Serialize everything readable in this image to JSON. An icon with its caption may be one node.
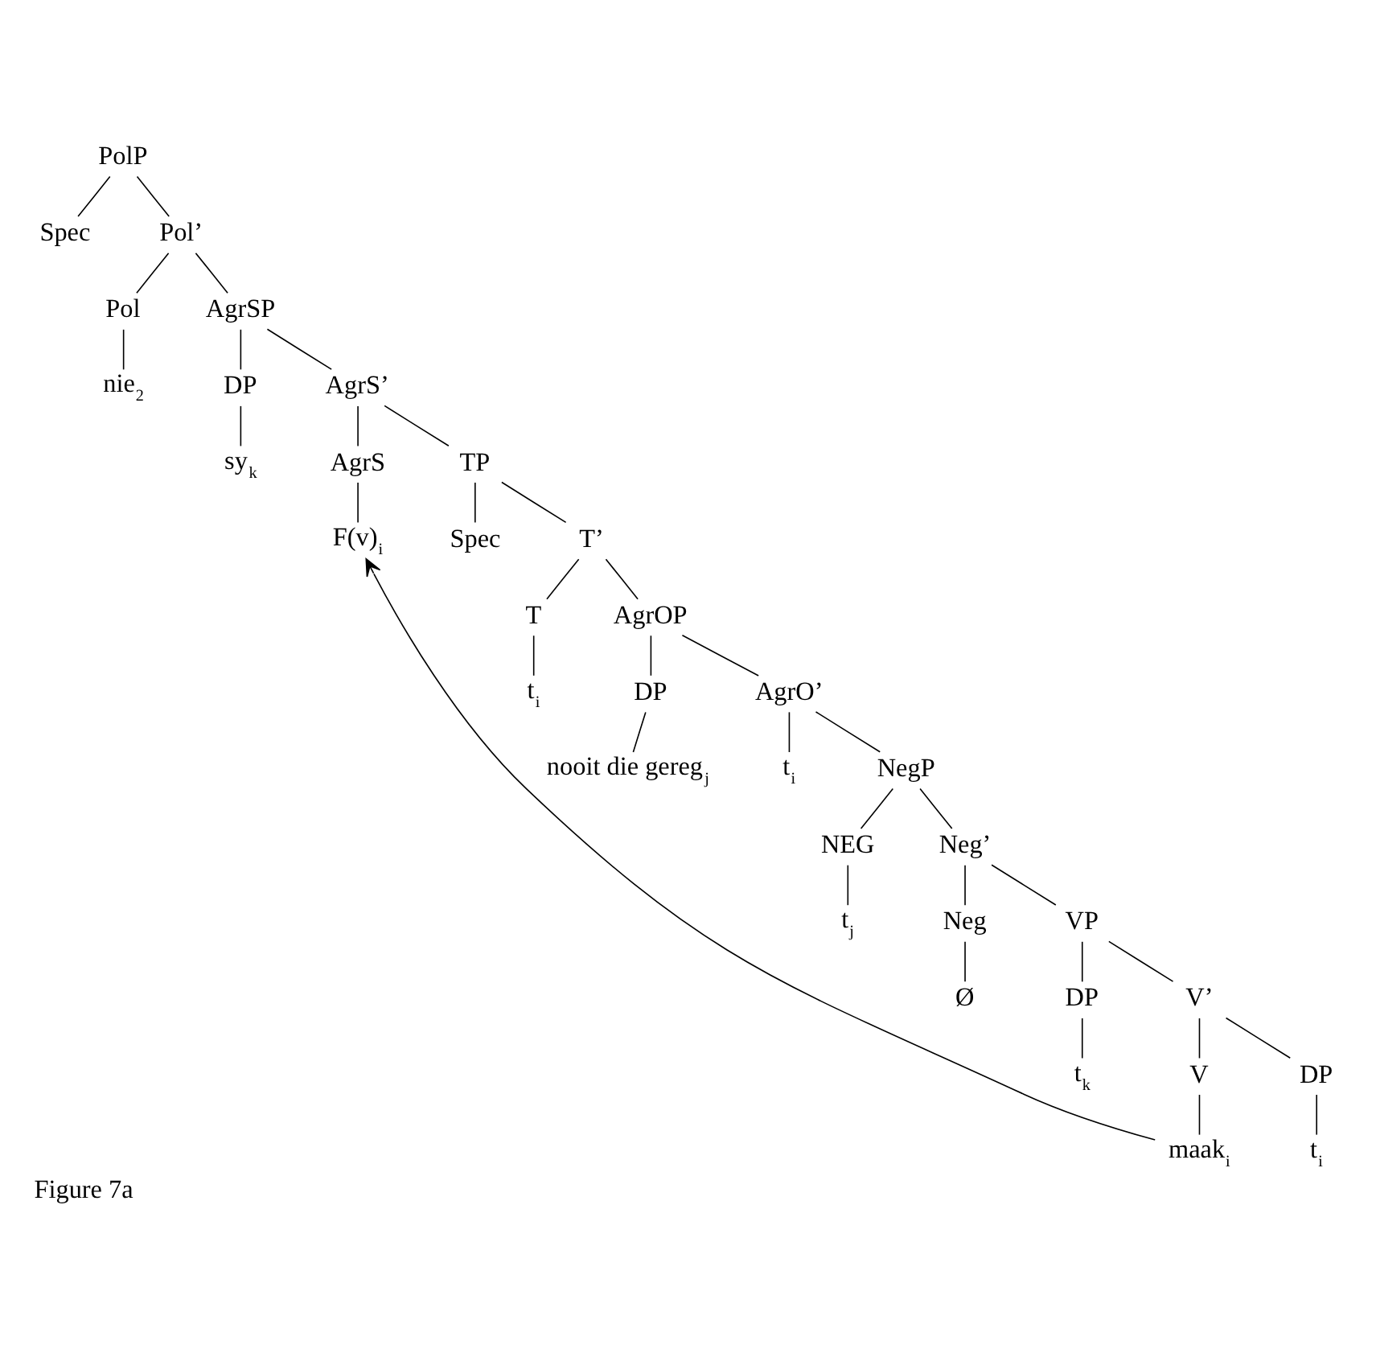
{
  "diagram": {
    "caption": "Figure 7a",
    "nodes": [
      {
        "text": [
          "PolP"
        ]
      },
      {
        "text": [
          "Spec"
        ]
      },
      {
        "text": [
          "Pol’"
        ]
      },
      {
        "text": [
          "Pol"
        ]
      },
      {
        "text": [
          "AgrSP"
        ]
      },
      {
        "text": [
          "nie$_{2}$"
        ]
      },
      {
        "text": [
          "DP"
        ]
      },
      {
        "text": [
          "AgrS’"
        ]
      },
      {
        "text": [
          "sy$_{k}$"
        ]
      },
      {
        "text": [
          "AgrS"
        ]
      },
      {
        "text": [
          "TP"
        ]
      },
      {
        "text": [
          "F(v)$_{i}$"
        ]
      },
      {
        "text": [
          "Spec"
        ]
      },
      {
        "text": [
          "T’"
        ]
      },
      {
        "text": [
          "T"
        ]
      },
      {
        "text": [
          "AgrOP"
        ]
      },
      {
        "text": [
          "t$_{i}$"
        ]
      },
      {
        "text": [
          "DP"
        ]
      },
      {
        "text": [
          "AgrO’"
        ]
      },
      {
        "text": [
          "nooit die gereg$_{j}$"
        ]
      },
      {
        "text": [
          "t$_{i}$"
        ]
      },
      {
        "text": [
          "NegP"
        ]
      },
      {
        "text": [
          "NEG"
        ]
      },
      {
        "text": [
          "Neg’"
        ]
      },
      {
        "text": [
          "t$_{j}$"
        ]
      },
      {
        "text": [
          "Neg"
        ]
      },
      {
        "text": [
          "VP"
        ]
      },
      {
        "text": [
          "Ø"
        ]
      },
      {
        "text": [
          "DP"
        ]
      },
      {
        "text": [
          "V’"
        ]
      },
      {
        "text": [
          "t$_{k}$"
        ]
      },
      {
        "text": [
          "V"
        ]
      },
      {
        "text": [
          "DP"
        ]
      },
      {
        "text": [
          "maak$_{i}$"
        ]
      },
      {
        "text": [
          "t$_{i}$"
        ]
      }
    ],
    "edges": [
      {
        "from": 0,
        "to": 1,
        "arrow": "none"
      },
      {
        "from": 0,
        "to": 2,
        "arrow": "none"
      },
      {
        "from": 2,
        "to": 3,
        "arrow": "none"
      },
      {
        "from": 2,
        "to": 4,
        "arrow": "none"
      },
      {
        "from": 3,
        "to": 5,
        "arrow": "none"
      },
      {
        "from": 4,
        "to": 6,
        "arrow": "none"
      },
      {
        "from": 4,
        "to": 7,
        "arrow": "none"
      },
      {
        "from": 6,
        "to": 8,
        "arrow": "none"
      },
      {
        "from": 7,
        "to": 9,
        "arrow": "none"
      },
      {
        "from": 7,
        "to": 10,
        "arrow": "none"
      },
      {
        "from": 9,
        "to": 11,
        "arrow": "none"
      },
      {
        "from": 10,
        "to": 12,
        "arrow": "none"
      },
      {
        "from": 10,
        "to": 13,
        "arrow": "none"
      },
      {
        "from": 13,
        "to": 14,
        "arrow": "none"
      },
      {
        "from": 13,
        "to": 15,
        "arrow": "none"
      },
      {
        "from": 14,
        "to": 16,
        "arrow": "none"
      },
      {
        "from": 15,
        "to": 17,
        "arrow": "none"
      },
      {
        "from": 15,
        "to": 18,
        "arrow": "none"
      },
      {
        "from": 17,
        "to": 19,
        "arrow": "none"
      },
      {
        "from": 18,
        "to": 20,
        "arrow": "none"
      },
      {
        "from": 18,
        "to": 21,
        "arrow": "none"
      },
      {
        "from": 21,
        "to": 22,
        "arrow": "none"
      },
      {
        "from": 21,
        "to": 23,
        "arrow": "none"
      },
      {
        "from": 22,
        "to": 24,
        "arrow": "none"
      },
      {
        "from": 23,
        "to": 25,
        "arrow": "none"
      },
      {
        "from": 23,
        "to": 26,
        "arrow": "none"
      },
      {
        "from": 25,
        "to": 27,
        "arrow": "none"
      },
      {
        "from": 26,
        "to": 28,
        "arrow": "none"
      },
      {
        "from": 26,
        "to": 29,
        "arrow": "none"
      },
      {
        "from": 28,
        "to": 30,
        "arrow": "none"
      },
      {
        "from": 29,
        "to": 31,
        "arrow": "none"
      },
      {
        "from": 29,
        "to": 32,
        "arrow": "none"
      },
      {
        "from": 31,
        "to": 33,
        "arrow": "none"
      },
      {
        "from": 32,
        "to": 34,
        "arrow": "none"
      },
      {
        "from": 33,
        "to": 11,
        "arrow": "to"
      }
    ]
  }
}
